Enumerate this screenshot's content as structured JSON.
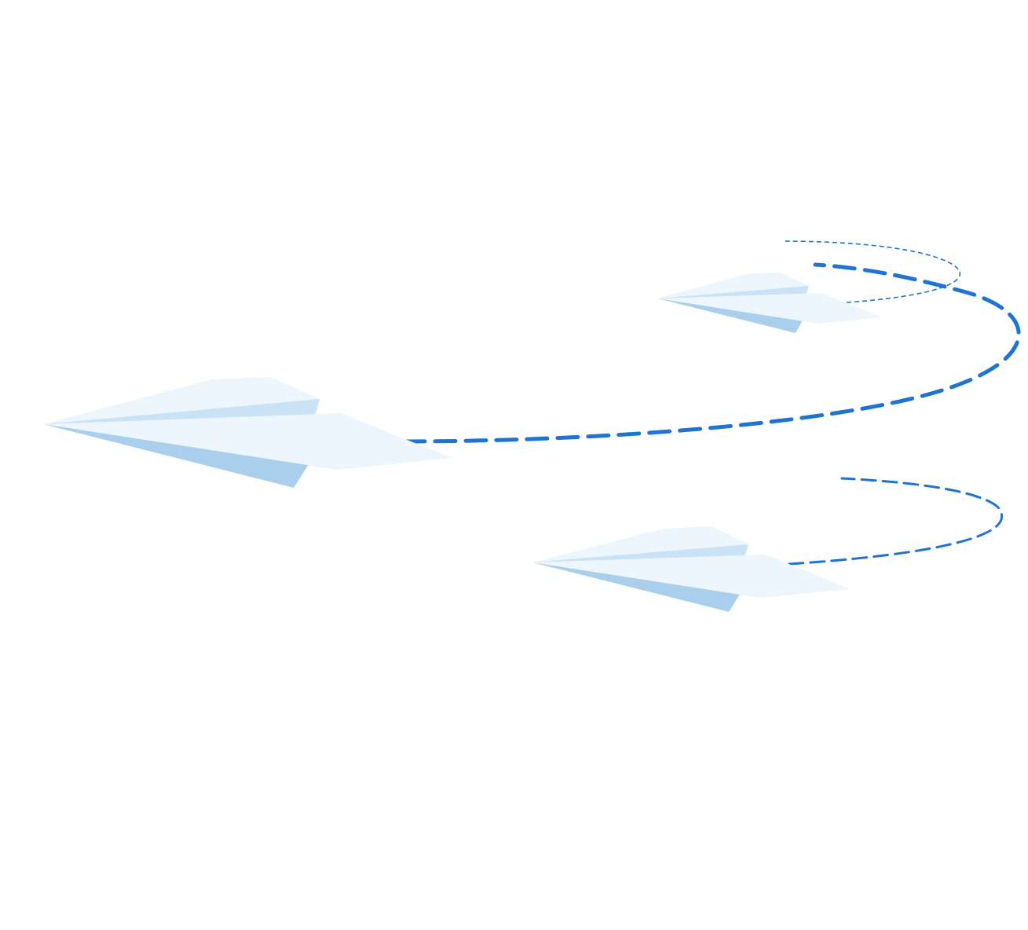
{
  "illustration": {
    "subject": "paper-planes",
    "colors": {
      "background": "#ffffff",
      "plane_light": "#edf5fd",
      "plane_mid": "#c9e2f5",
      "plane_shadow": "#a9cfec",
      "trail": "#1e74d0"
    },
    "planes": [
      {
        "id": "plane-large",
        "trail_style": "bold-dashed"
      },
      {
        "id": "plane-top",
        "trail_style": "thin-dashed"
      },
      {
        "id": "plane-bottom",
        "trail_style": "medium-dashed"
      }
    ]
  }
}
